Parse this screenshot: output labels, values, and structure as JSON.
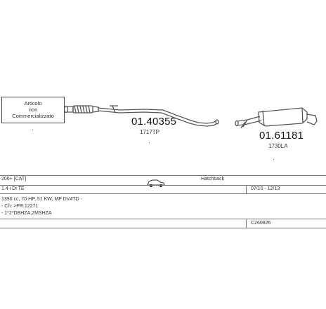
{
  "info_box": {
    "line1": "Articolo",
    "line2": "non",
    "line3": "Commercializzato"
  },
  "parts": [
    {
      "number": "01.40355",
      "ref": "1717TP"
    },
    {
      "number": "01.61181",
      "ref": "1730LA"
    }
  ],
  "specs": {
    "model": "206+ [CAT]",
    "body_icon": "car-icon",
    "body_type": "Hatchback",
    "engine_name": "1.4 i Di TE",
    "dates": "07/10 - 12/13",
    "engine_detail": "1390 cc, 70 HP, 51 KW, MP DV4TD -",
    "chassis": "- Ch: >PR:12271",
    "codes": "- 1*2*DBHZA,2MSHZA",
    "catalog_code": "C260826"
  },
  "colors": {
    "line": "#555555",
    "text": "#222222"
  }
}
